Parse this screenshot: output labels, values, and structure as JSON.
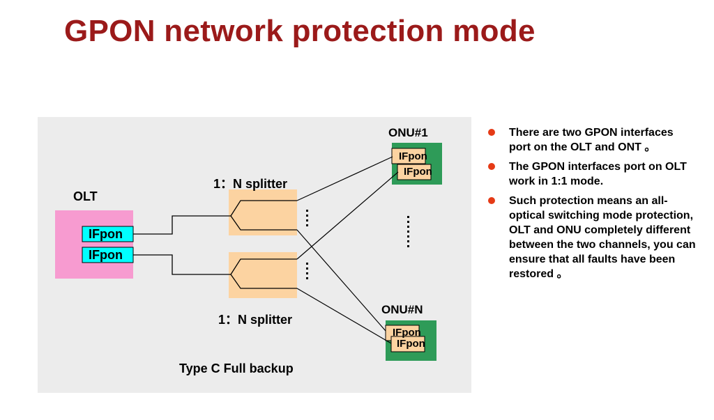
{
  "title": "GPON network protection mode",
  "diagram": {
    "olt_label": "OLT",
    "olt_ports": [
      "IFpon",
      "IFpon"
    ],
    "splitter_top_label": "1：N splitter",
    "splitter_bottom_label": "1：N splitter",
    "onu1_label": "ONU#1",
    "onu1_ports": [
      "IFpon",
      "IFpon"
    ],
    "onun_label": "ONU#N",
    "onun_ports": [
      "IFpon",
      "IFpon"
    ],
    "caption": "Type C Full backup",
    "colors": {
      "panel": "#ececec",
      "olt": "#f79bd0",
      "port": "#00ffff",
      "splitter": "#fcd3a1",
      "onu": "#2e9b58",
      "onu_port": "#fcd3a1",
      "title": "#9b1a1a",
      "bullet": "#e53a16"
    }
  },
  "bullets": [
    "There are  two GPON interfaces  port on the OLT and ONT 。",
    "The GPON  interfaces  port on OLT work in 1:1 mode.",
    "Such protection means an all-optical switching mode protection, OLT and ONU completely different between the two channels, you can ensure that all faults have been restored 。"
  ]
}
